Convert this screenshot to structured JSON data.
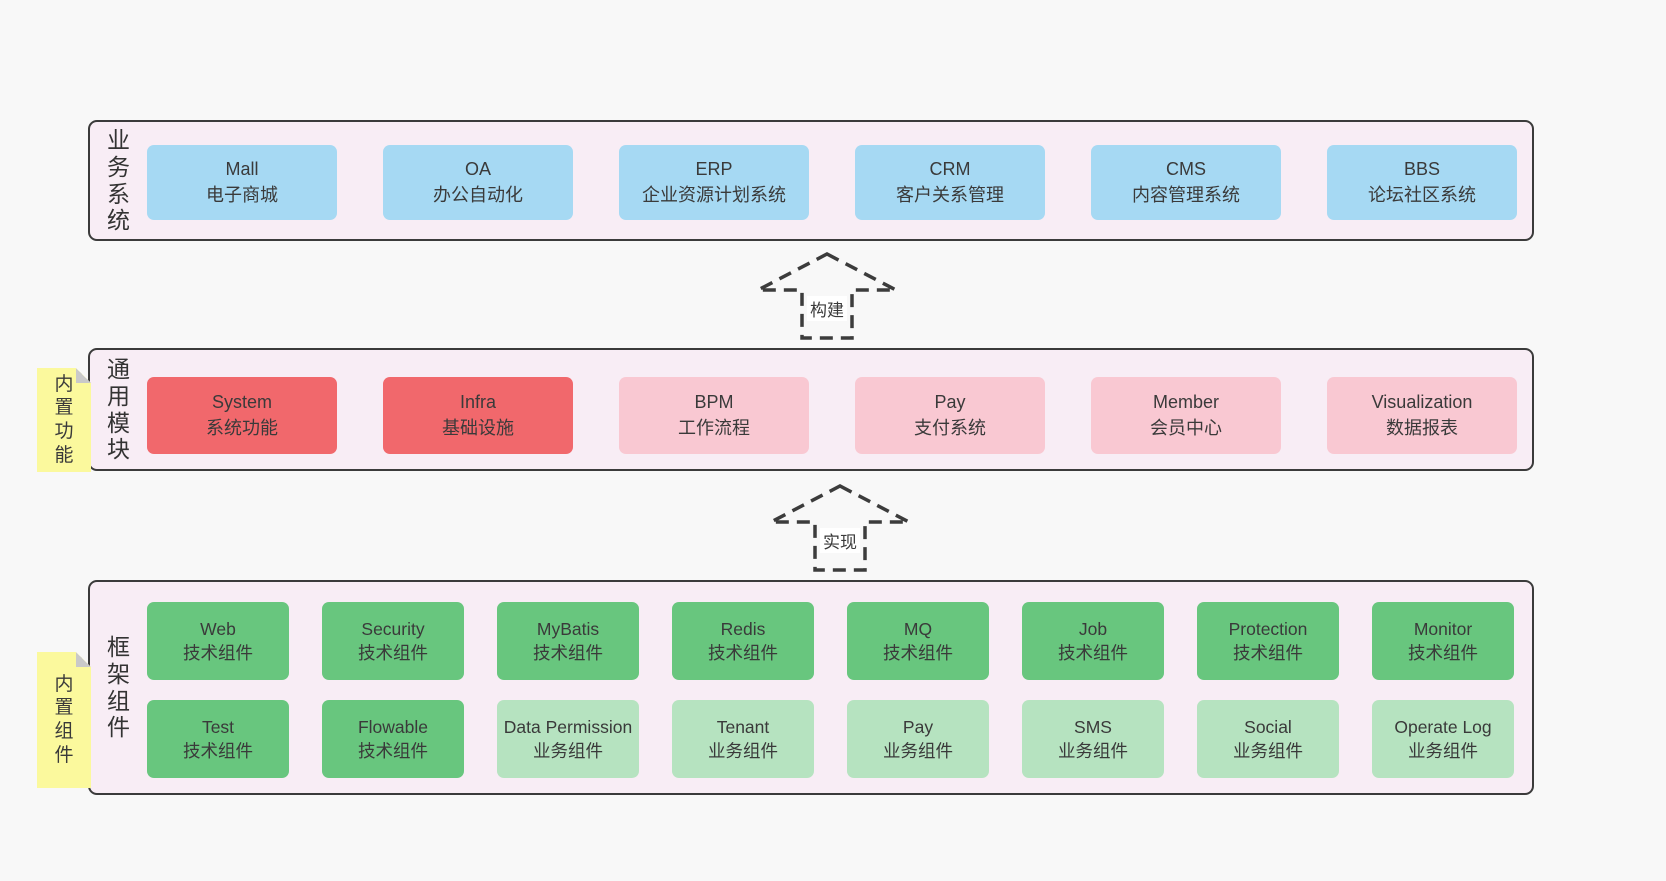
{
  "colors": {
    "canvas_background": "#f8f8f8",
    "layer_background": "#f8edf5",
    "layer_border": "#3b3b3b",
    "blue_node": "#a6d9f3",
    "red_node": "#f1686c",
    "pink_node": "#f9c8d2",
    "green_node": "#68c67e",
    "light_green_node": "#b6e3c0",
    "sticky_note": "#fbf99d",
    "text": "#3a3a3a"
  },
  "layers": [
    {
      "label": "业务系统",
      "boxes": [
        {
          "title": "Mall",
          "subtitle": "电子商城"
        },
        {
          "title": "OA",
          "subtitle": "办公自动化"
        },
        {
          "title": "ERP",
          "subtitle": "企业资源计划系统"
        },
        {
          "title": "CRM",
          "subtitle": "客户关系管理"
        },
        {
          "title": "CMS",
          "subtitle": "内容管理系统"
        },
        {
          "title": "BBS",
          "subtitle": "论坛社区系统"
        }
      ]
    },
    {
      "label": "通用模块",
      "sticky": "内置功能",
      "boxes": [
        {
          "title": "System",
          "subtitle": "系统功能"
        },
        {
          "title": "Infra",
          "subtitle": "基础设施"
        },
        {
          "title": "BPM",
          "subtitle": "工作流程"
        },
        {
          "title": "Pay",
          "subtitle": "支付系统"
        },
        {
          "title": "Member",
          "subtitle": "会员中心"
        },
        {
          "title": "Visualization",
          "subtitle": "数据报表"
        }
      ]
    },
    {
      "label": "框架组件",
      "sticky": "内置组件",
      "rows": [
        [
          {
            "title": "Web",
            "subtitle": "技术组件"
          },
          {
            "title": "Security",
            "subtitle": "技术组件"
          },
          {
            "title": "MyBatis",
            "subtitle": "技术组件"
          },
          {
            "title": "Redis",
            "subtitle": "技术组件"
          },
          {
            "title": "MQ",
            "subtitle": "技术组件"
          },
          {
            "title": "Job",
            "subtitle": "技术组件"
          },
          {
            "title": "Protection",
            "subtitle": "技术组件"
          },
          {
            "title": "Monitor",
            "subtitle": "技术组件"
          }
        ],
        [
          {
            "title": "Test",
            "subtitle": "技术组件"
          },
          {
            "title": "Flowable",
            "subtitle": "技术组件"
          },
          {
            "title": "Data Permission",
            "subtitle": "业务组件"
          },
          {
            "title": "Tenant",
            "subtitle": "业务组件"
          },
          {
            "title": "Pay",
            "subtitle": "业务组件"
          },
          {
            "title": "SMS",
            "subtitle": "业务组件"
          },
          {
            "title": "Social",
            "subtitle": "业务组件"
          },
          {
            "title": "Operate Log",
            "subtitle": "业务组件"
          }
        ]
      ]
    }
  ],
  "arrows": [
    {
      "label": "构建"
    },
    {
      "label": "实现"
    }
  ]
}
